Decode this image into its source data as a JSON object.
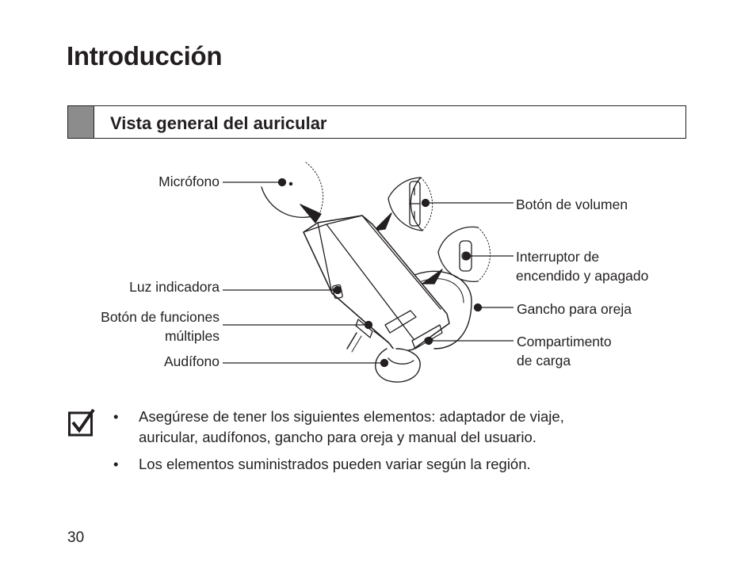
{
  "page": {
    "title": "Introducción",
    "number": "30"
  },
  "section": {
    "title": "Vista general del auricular"
  },
  "diagram": {
    "labels": {
      "microphone": "Micrófono",
      "volume_button": "Botón de volumen",
      "power_switch_line1": "Interruptor de",
      "power_switch_line2": "encendido y apagado",
      "indicator_light": "Luz indicadora",
      "multifunction_line1": "Botón de funciones",
      "multifunction_line2": "múltiples",
      "ear_hook": "Gancho para oreja",
      "charging_line1": "Compartimento",
      "charging_line2": "de carga",
      "earbud": "Audífono"
    }
  },
  "notes": {
    "icon": "checkbox-checked-icon",
    "items": [
      {
        "line1": "Asegúrese de tener los siguientes elementos: adaptador de viaje,",
        "line2": "auricular, audífonos, gancho para oreja y manual del usuario."
      },
      {
        "line1": "Los elementos suministrados pueden variar según la región."
      }
    ],
    "bullet": "•"
  }
}
